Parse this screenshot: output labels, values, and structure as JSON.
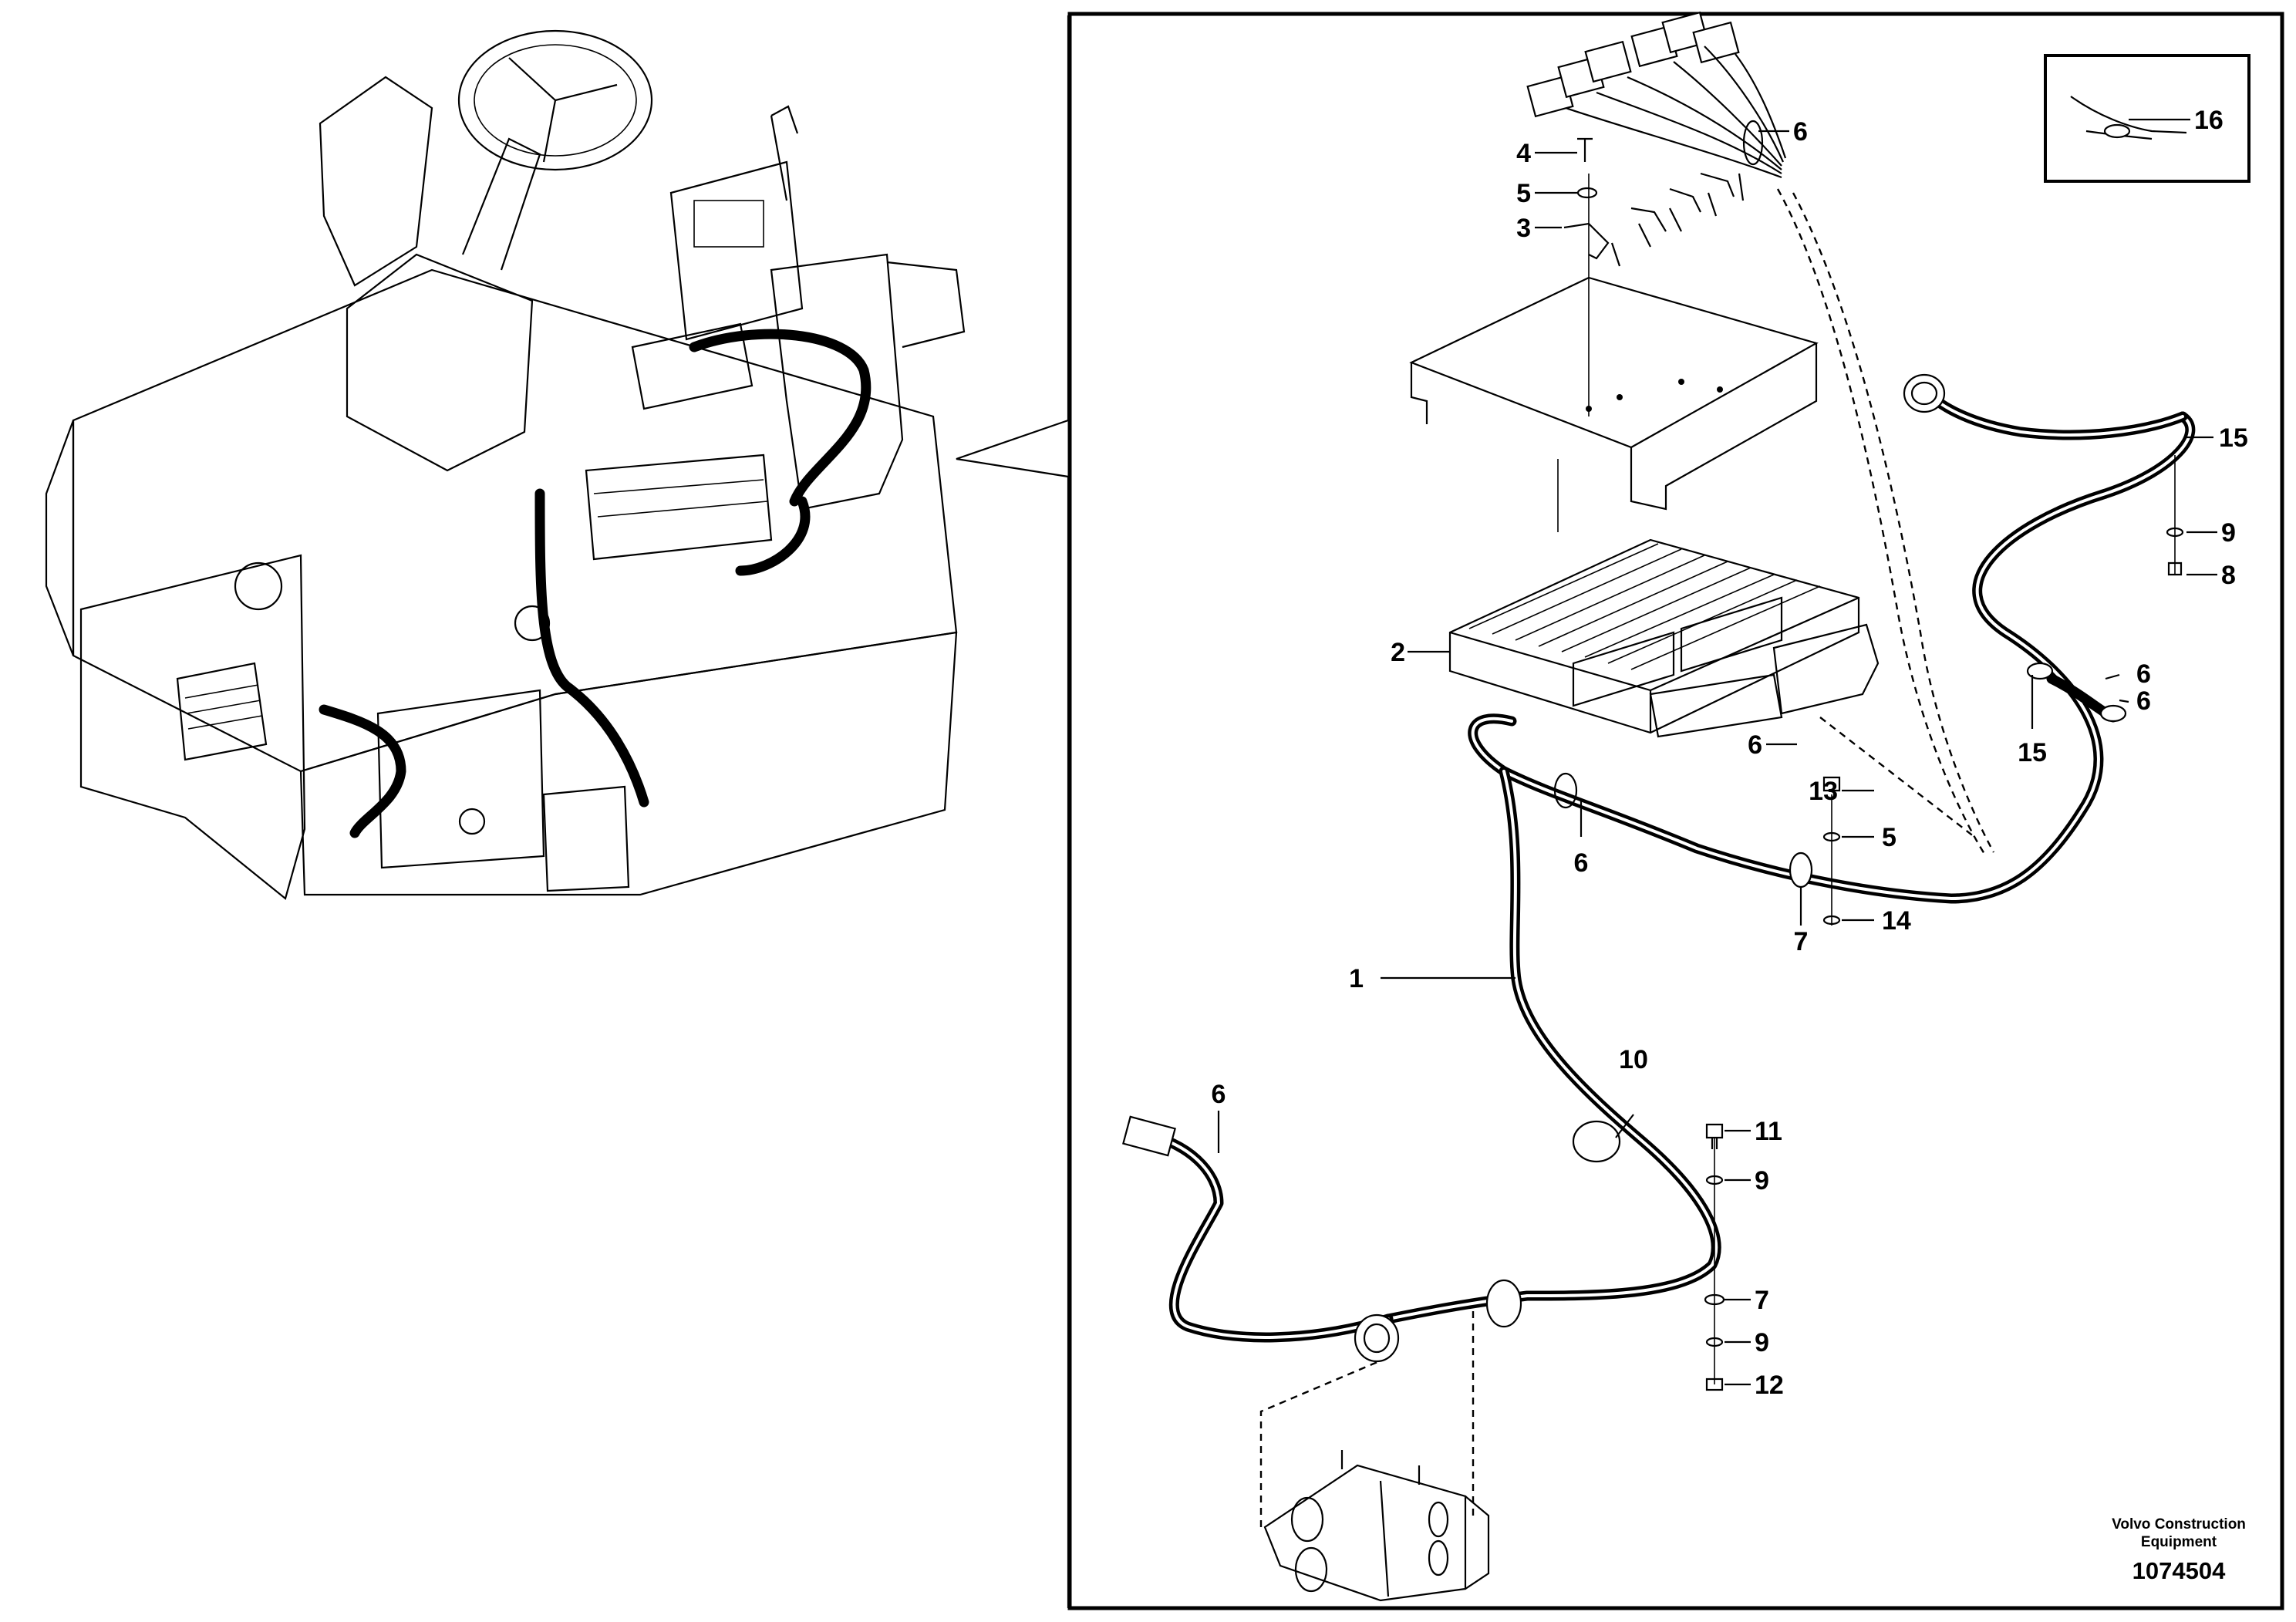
{
  "callouts": [
    {
      "id": "c1",
      "text": "1"
    },
    {
      "id": "c2",
      "text": "2"
    },
    {
      "id": "c3",
      "text": "3"
    },
    {
      "id": "c4",
      "text": "4"
    },
    {
      "id": "c5a",
      "text": "5"
    },
    {
      "id": "c5b",
      "text": "5"
    },
    {
      "id": "c6a",
      "text": "6"
    },
    {
      "id": "c6b",
      "text": "6"
    },
    {
      "id": "c6c",
      "text": "6"
    },
    {
      "id": "c6d",
      "text": "6"
    },
    {
      "id": "c6e",
      "text": "6"
    },
    {
      "id": "c6f",
      "text": "6"
    },
    {
      "id": "c7a",
      "text": "7"
    },
    {
      "id": "c7b",
      "text": "7"
    },
    {
      "id": "c8",
      "text": "8"
    },
    {
      "id": "c9a",
      "text": "9"
    },
    {
      "id": "c9b",
      "text": "9"
    },
    {
      "id": "c9c",
      "text": "9"
    },
    {
      "id": "c10",
      "text": "10"
    },
    {
      "id": "c11",
      "text": "11"
    },
    {
      "id": "c12",
      "text": "12"
    },
    {
      "id": "c13",
      "text": "13"
    },
    {
      "id": "c14",
      "text": "14"
    },
    {
      "id": "c15a",
      "text": "15"
    },
    {
      "id": "c15b",
      "text": "15"
    },
    {
      "id": "c16",
      "text": "16"
    }
  ],
  "footer": {
    "brand_line1": "Volvo Construction",
    "brand_line2": "Equipment",
    "doc_number": "1074504"
  }
}
